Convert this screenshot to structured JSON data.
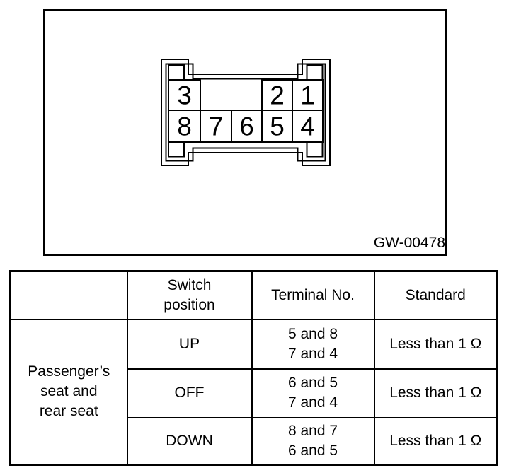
{
  "figure": {
    "code_label": "GW-00478",
    "connector": {
      "terminals": [
        {
          "label": "3"
        },
        {
          "label": "2"
        },
        {
          "label": "1"
        },
        {
          "label": "8"
        },
        {
          "label": "7"
        },
        {
          "label": "6"
        },
        {
          "label": "5"
        },
        {
          "label": "4"
        }
      ]
    }
  },
  "table": {
    "headers": {
      "group": "",
      "switch_position": "Switch\nposition",
      "terminal_no": "Terminal No.",
      "standard": "Standard"
    },
    "row_group_label": "Passenger’s\nseat and\nrear seat",
    "rows": [
      {
        "switch_position": "UP",
        "terminal_no": "5 and 8\n7 and 4",
        "standard": "Less than 1 Ω"
      },
      {
        "switch_position": "OFF",
        "terminal_no": "6 and 5\n7 and 4",
        "standard": "Less than 1 Ω"
      },
      {
        "switch_position": "DOWN",
        "terminal_no": "8 and 7\n6 and 5",
        "standard": "Less than 1 Ω"
      }
    ]
  }
}
